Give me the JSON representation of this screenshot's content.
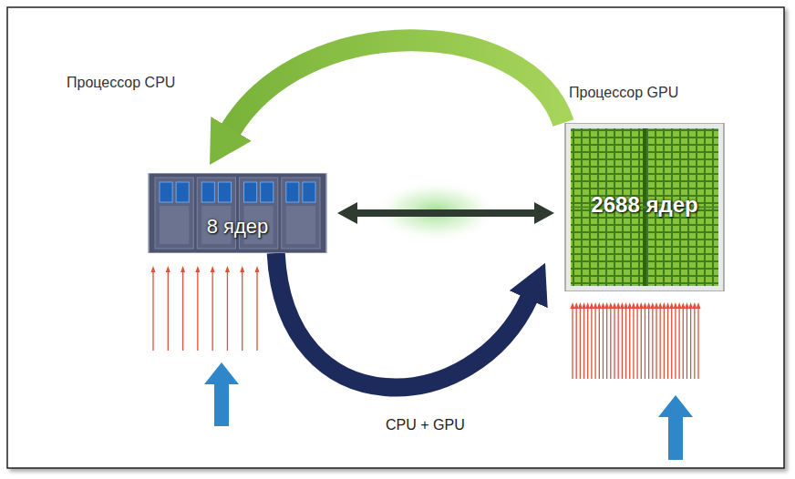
{
  "diagram": {
    "nodes": [
      {
        "text": [
          "Процессор CPU",
          "8 ядер"
        ]
      },
      {
        "text": [
          "Процессор GPU",
          "2688 ядер"
        ]
      }
    ],
    "edges": [
      {
        "from": 1,
        "to": 0,
        "arrow": "to"
      },
      {
        "from": 0,
        "to": 1,
        "arrow": "to"
      },
      {
        "from": 0,
        "to": 1,
        "arrow": "both"
      }
    ],
    "labels": [
      "CPU + GPU"
    ]
  }
}
